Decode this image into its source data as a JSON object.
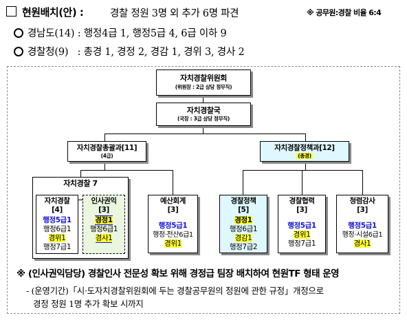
{
  "header": {
    "title": "현원배치(안) :",
    "desc": "경찰 정원 3명 외 추가 6명 파견",
    "note": "※ 공무원:경찰 비율 6:4"
  },
  "bullets": [
    {
      "label": "경남도(14) : 행정4급 1, 행정5급 4, 6급 이하 9"
    },
    {
      "label": "경찰청(9)   : 총경 1, 경정 2, 경감 1, 경위 3, 경사 2"
    }
  ],
  "org": {
    "committee": {
      "title": "자치경찰위원회",
      "sub": "(위원장 : 2급 상당 정무직)"
    },
    "bureau": {
      "title": "자치경찰국",
      "sub": "(국장 : 3급 상당 정무직)"
    },
    "general_div": {
      "title": "자치경찰총괄과[11]",
      "sub": "(4급)"
    },
    "policy_div": {
      "title": "자치경찰정책과[12]",
      "sub": "(총경)"
    },
    "police7": {
      "title": "자치경찰 7"
    },
    "team_police": {
      "title": "자치경찰",
      "count": "[4]",
      "l1": "행정5급1",
      "l2": "행정6급1",
      "l3": "경위1",
      "l4": "행정7급1"
    },
    "team_rights": {
      "title": "인사권익",
      "count": "[3]",
      "l1": "경정1",
      "l2": "행정6급1",
      "l3": "경사1"
    },
    "team_budget": {
      "title": "예산회계",
      "count": "[3]",
      "l1": "행정5급1",
      "l2": "행정·전산6급1",
      "l3": "경위1"
    },
    "team_policy": {
      "title": "경찰정책",
      "count": "[5]",
      "l1": "경정1",
      "l2": "행정6급1",
      "l3": "경감1",
      "l4": "행정7급2"
    },
    "team_coop": {
      "title": "경찰협력",
      "count": "[3]",
      "l1": "행정5급1",
      "l2": "경위1",
      "l3": "행정7급1"
    },
    "team_audit": {
      "title": "청렴감사",
      "count": "[3]",
      "l1": "행정5급1",
      "l2": "행정·시설6급1",
      "l3": "경사1"
    }
  },
  "footer": {
    "main": "※ (인사권익담당) 경찰인사 전문성 확보 위해 경정급 팀장 배치하여 현원TF 형태 운영",
    "sub1": "- (운영기간)「시·도자치경찰위원회에 두는 경찰공무원의 정원에 관한 규정」개정으로",
    "sub2": "경정 정원 1명 추가 확보 시까지"
  }
}
